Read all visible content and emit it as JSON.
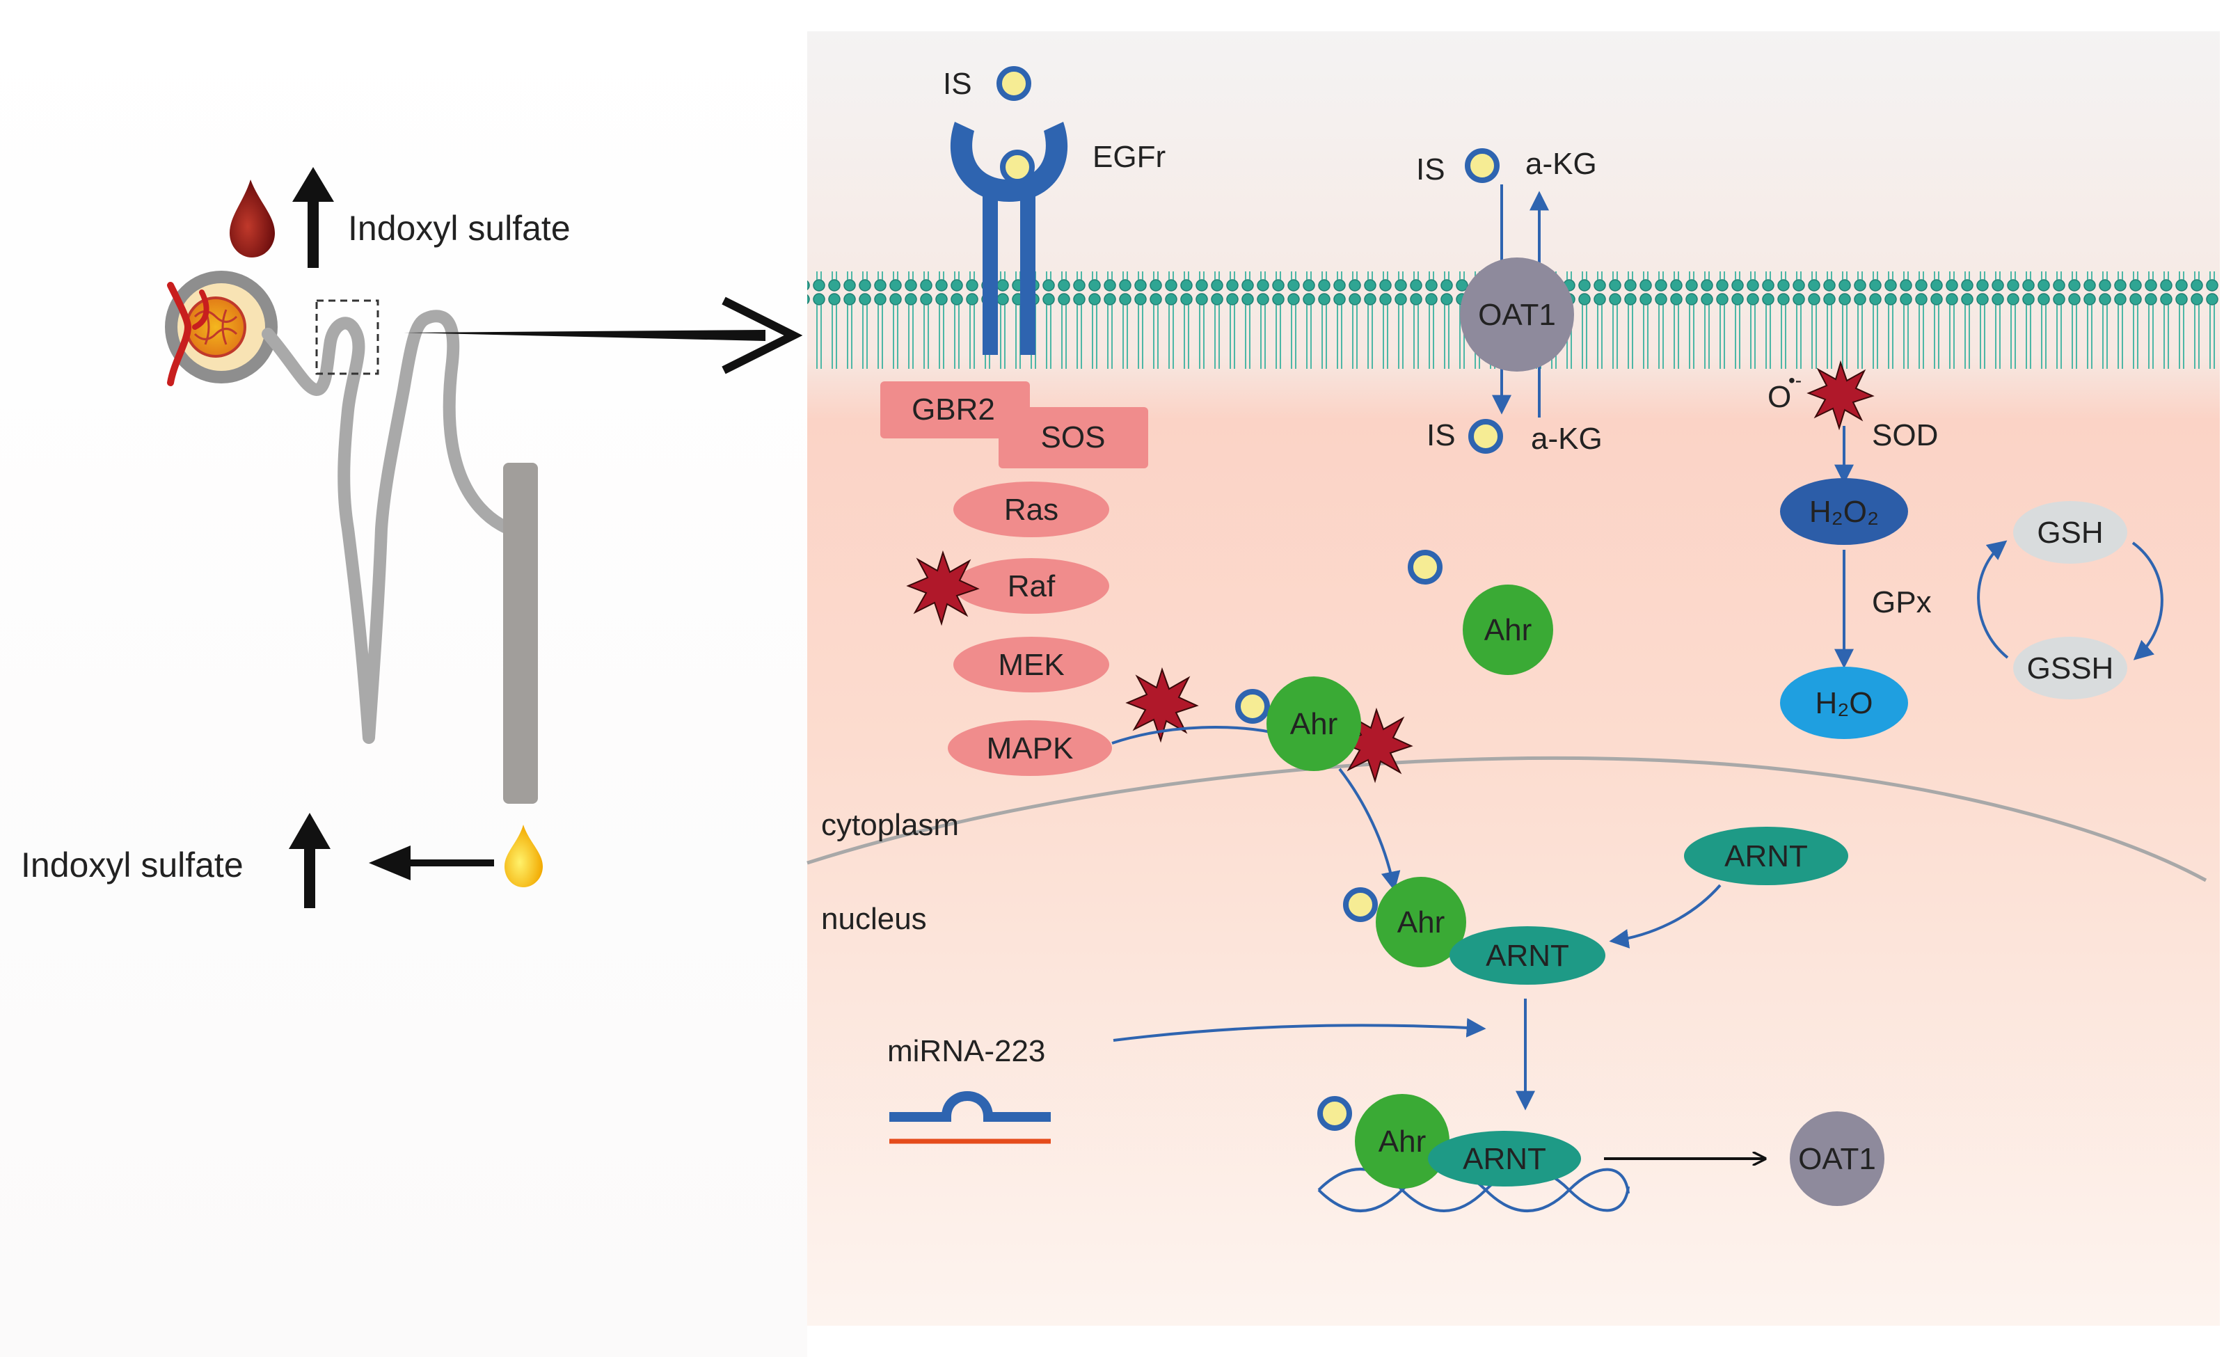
{
  "left": {
    "blood_label": "Indoxyl sulfate",
    "urine_label": "Indoxyl sulfate"
  },
  "membrane": {
    "is_top": "IS",
    "egfr": "EGFr",
    "oat1_in_label": "IS",
    "akg_out_label": "a-KG",
    "oat1": "OAT1",
    "is_bottom": "IS",
    "akg_bottom": "a-KG"
  },
  "mapk": {
    "gbr2": "GBR2",
    "sos": "SOS",
    "ras": "Ras",
    "raf": "Raf",
    "mek": "MEK",
    "mapk": "MAPK"
  },
  "ahr": {
    "cyto_free": "Ahr",
    "cyto_bound": "Ahr",
    "nuc_ahr": "Ahr",
    "nuc_arnt": "ARNT",
    "arnt_free": "ARNT",
    "dna_ahr": "Ahr",
    "dna_arnt": "ARNT",
    "oat1_product": "OAT1"
  },
  "ros": {
    "superoxide": "O",
    "superoxide_charge": "•-",
    "sod": "SOD",
    "h2o2": "H₂O₂",
    "gpx": "GPx",
    "h2o": "H₂O",
    "gsh": "GSH",
    "gssh": "GSSH"
  },
  "compartments": {
    "cytoplasm": "cytoplasm",
    "nucleus": "nucleus"
  },
  "mirna": {
    "label": "miRNA-223"
  },
  "colors": {
    "blue": "#2e64b0",
    "salmon": "#f08c8c",
    "green": "#3aaa35",
    "teal": "#1e9a86",
    "oat1": "#8e8a9c",
    "navy": "#2c5da8",
    "cyan": "#1f9fe0",
    "grey_node": "#d9dcdd",
    "burst": "#b0182a",
    "is_fill": "#f6ec94"
  }
}
